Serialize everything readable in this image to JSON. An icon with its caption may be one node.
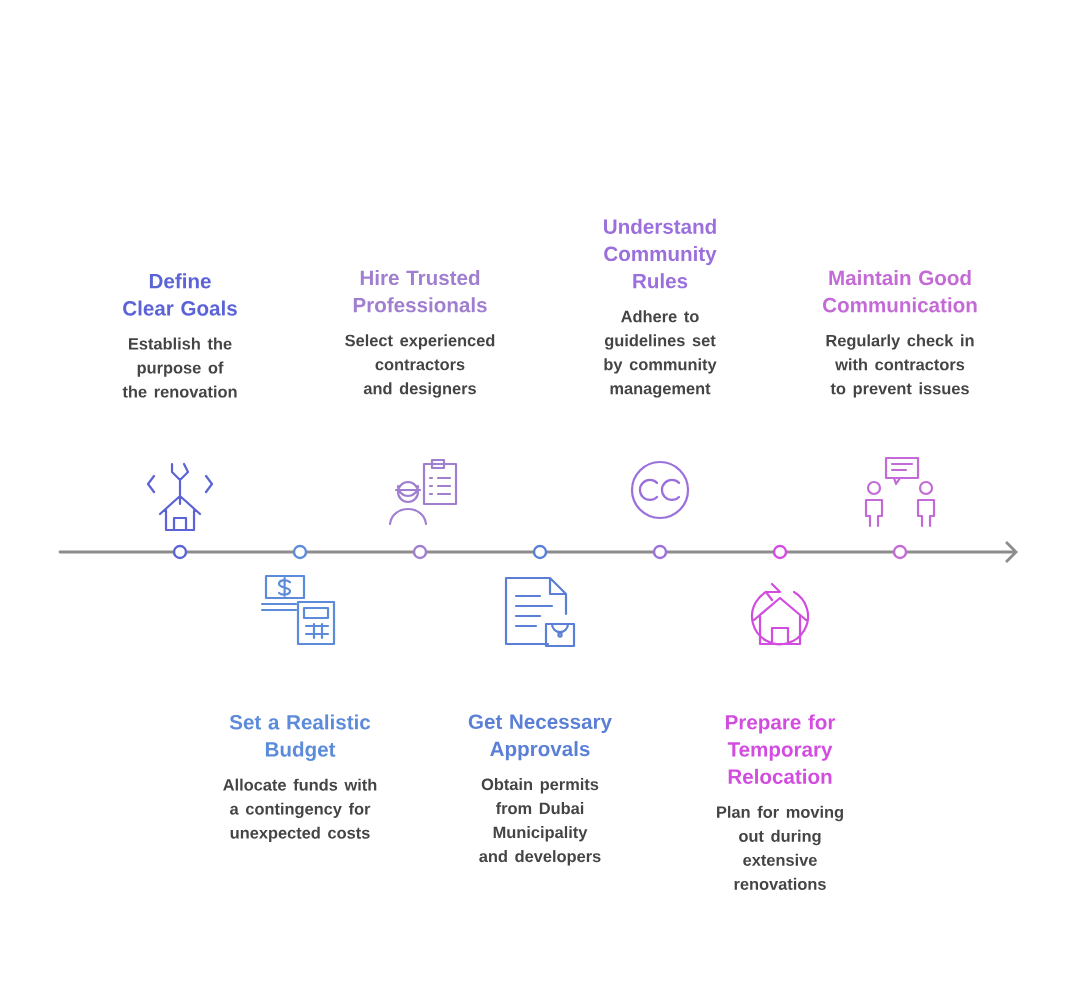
{
  "diagram": {
    "nodes": [
      {
        "text": [
          "Define Clear Goals",
          "Establish the purpose of the renovation"
        ]
      },
      {
        "text": [
          "Set a Realistic Budget",
          "Allocate funds with a contingency for unexpected costs"
        ]
      },
      {
        "text": [
          "Hire Trusted Professionals",
          "Select experienced contractors and designers"
        ]
      },
      {
        "text": [
          "Get Necessary Approvals",
          "Obtain permits from Dubai Municipality and developers"
        ]
      },
      {
        "text": [
          "Understand Community Rules",
          "Adhere to guidelines set by community management"
        ]
      },
      {
        "text": [
          "Prepare for Temporary Relocation",
          "Plan for moving out during extensive renovations"
        ]
      },
      {
        "text": [
          "Maintain Good Communication",
          "Regularly check in with contractors to prevent issues"
        ]
      }
    ]
  }
}
